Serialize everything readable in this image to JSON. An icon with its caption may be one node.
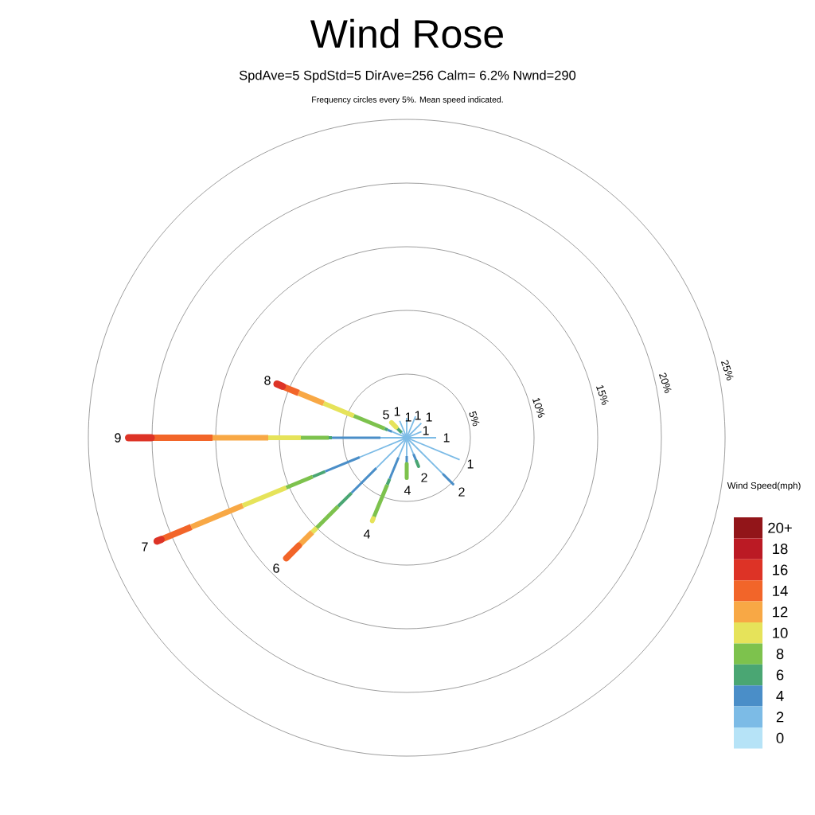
{
  "diagram": {
    "title": "Wind Rose",
    "labels": [
      "SpdAve=5  SpdStd=5  DirAve=256   Calm= 6.2%  Nwnd=290",
      "Frequency circles every 5%. Mean speed indicated.",
      "5%",
      "10%",
      "15%",
      "20%",
      "25%",
      "1",
      "1",
      "1",
      "1",
      "1",
      "1",
      "5",
      "8",
      "9",
      "7",
      "6",
      "4",
      "4",
      "2",
      "2",
      "1",
      "Wind Speed(mph)"
    ],
    "legend": [
      {
        "text": "20+",
        "color": "#921519"
      },
      {
        "text": "18",
        "color": "#bb1a24"
      },
      {
        "text": "16",
        "color": "#dd3326"
      },
      {
        "text": "14",
        "color": "#f26529"
      },
      {
        "text": "12",
        "color": "#f8a845"
      },
      {
        "text": "10",
        "color": "#e6e35a"
      },
      {
        "text": "8",
        "color": "#7dc24d"
      },
      {
        "text": "6",
        "color": "#4aa673"
      },
      {
        "text": "4",
        "color": "#4a8ec8"
      },
      {
        "text": "2",
        "color": "#7cbbe6"
      },
      {
        "text": "0",
        "color": "#b6e3f7"
      }
    ]
  }
}
